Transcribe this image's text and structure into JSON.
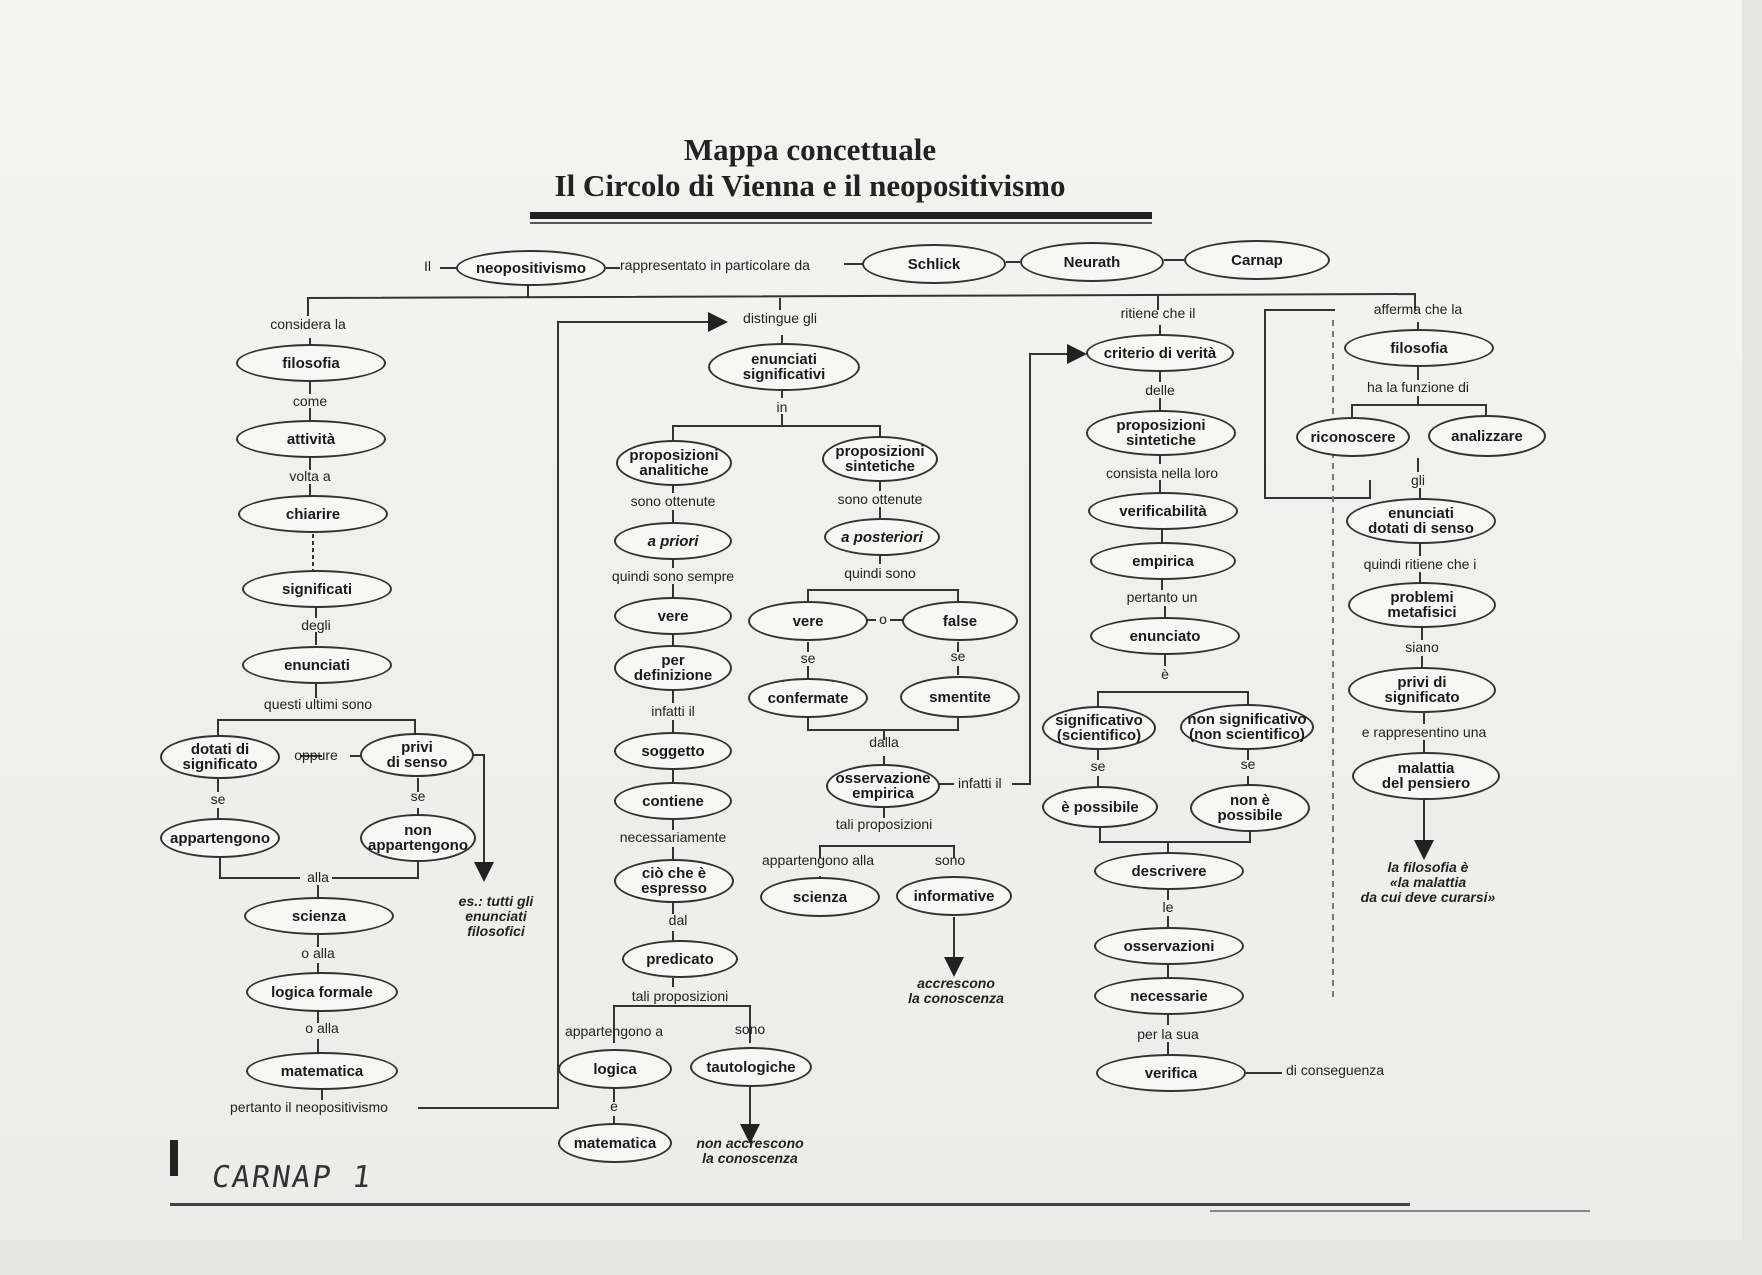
{
  "title": {
    "line1": "Mappa concettuale",
    "line2": "Il Circolo di Vienna e il neopositivismo"
  },
  "header": {
    "prefix": "Il",
    "neopositivismo": "neopositivismo",
    "represented": "rappresentato in particolare da",
    "schlick": "Schlick",
    "neurath": "Neurath",
    "carnap": "Carnap"
  },
  "col1": {
    "considera": "considera la",
    "filosofia": "filosofia",
    "come": "come",
    "attivita": "attività",
    "volta": "volta a",
    "chiarire": "chiarire",
    "significati": "significati",
    "degli": "degli",
    "enunciati": "enunciati",
    "questi": "questi ultimi sono",
    "dotati": "dotati di\nsignificato",
    "oppure": "oppure",
    "privi": "privi\ndi senso",
    "se1": "se",
    "se2": "se",
    "appartengono": "appartengono",
    "non_appartengono": "non\nappartengono",
    "alla": "alla",
    "es": "es.: tutti gli\nenunciati\nfilosofici",
    "scienza": "scienza",
    "o_alla1": "o alla",
    "logica_formale": "logica formale",
    "o_alla2": "o alla",
    "matematica": "matematica",
    "pertanto": "pertanto il neopositivismo"
  },
  "col2": {
    "distingue": "distingue gli",
    "enunciati_sig": "enunciati\nsignificativi",
    "in": "in",
    "prop_analitiche": "proposizioni\nanalitiche",
    "prop_sintetiche": "proposizioni\nsintetiche",
    "ottenute_a": "sono ottenute",
    "ottenute_s": "sono ottenute",
    "a_priori": "a priori",
    "a_posteriori": "a posteriori",
    "quindi_sempre": "quindi sono sempre",
    "quindi_sono": "quindi sono",
    "vere_a": "vere",
    "vere_s": "vere",
    "o": "o",
    "false": "false",
    "per_def": "per\ndefinizione",
    "se_v": "se",
    "se_f": "se",
    "confermate": "confermate",
    "smentite": "smentite",
    "infatti": "infatti il",
    "dalla": "dalla",
    "soggetto": "soggetto",
    "osservazione": "osservazione\nempirica",
    "infatti_il": "infatti il",
    "contiene": "contiene",
    "tali_prop_s": "tali proposizioni",
    "necessariamente": "necessariamente",
    "appartengono_alla": "appartengono alla",
    "sono_s": "sono",
    "cio_che": "ciò che è\nespresso",
    "scienza": "scienza",
    "informative": "informative",
    "dal": "dal",
    "accrescono": "accrescono\nla conoscenza",
    "predicato": "predicato",
    "tali_prop_a": "tali proposizioni",
    "appartengono_a": "appartengono a",
    "sono_a": "sono",
    "logica": "logica",
    "tautologiche": "tautologiche",
    "e": "e",
    "matematica": "matematica",
    "non_accrescono": "non accrescono\nla conoscenza"
  },
  "col3": {
    "ritiene": "ritiene che il",
    "criterio": "criterio di verità",
    "delle": "delle",
    "prop_sintetiche": "proposizioni\nsintetiche",
    "consista": "consista nella loro",
    "verificabilita": "verificabilità",
    "empirica": "empirica",
    "pertanto_un": "pertanto un",
    "enunciato": "enunciato",
    "e": "è",
    "significativo": "significativo\n(scientifico)",
    "non_significativo": "non significativo\n(non scientifico)",
    "se1": "se",
    "se2": "se",
    "e_possibile": "è possibile",
    "non_e_possibile": "non è\npossibile",
    "descrivere": "descrivere",
    "le": "le",
    "osservazioni": "osservazioni",
    "necessarie": "necessarie",
    "per_la_sua": "per la sua",
    "verifica": "verifica",
    "di_conseguenza": "di conseguenza"
  },
  "col4": {
    "afferma": "afferma che la",
    "filosofia": "filosofia",
    "ha_la_funzione": "ha la funzione di",
    "riconoscere": "riconoscere",
    "analizzare": "analizzare",
    "gli": "gli",
    "enunciati_dotati": "enunciati\ndotati di senso",
    "quindi_ritiene": "quindi ritiene che i",
    "problemi": "problemi\nmetafisici",
    "siano": "siano",
    "privi": "privi di\nsignificato",
    "rappresentino": "e rappresentino una",
    "malattia": "malattia\ndel pensiero",
    "quote": "la filosofia è\n«la malattia\nda cui deve curarsi»"
  },
  "handwriting": "CARNAP 1"
}
